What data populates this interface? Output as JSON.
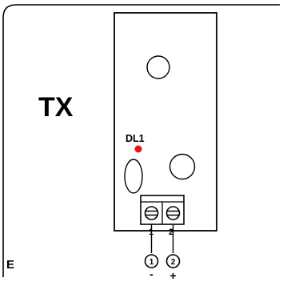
{
  "diagram": {
    "title": "TX",
    "led_label": "DL1",
    "panel_letter": "E",
    "led_color": "#e8141b",
    "pins": [
      {
        "number": "1",
        "terminal": "1",
        "polarity": "-"
      },
      {
        "number": "2",
        "terminal": "2",
        "polarity": "+"
      }
    ]
  }
}
